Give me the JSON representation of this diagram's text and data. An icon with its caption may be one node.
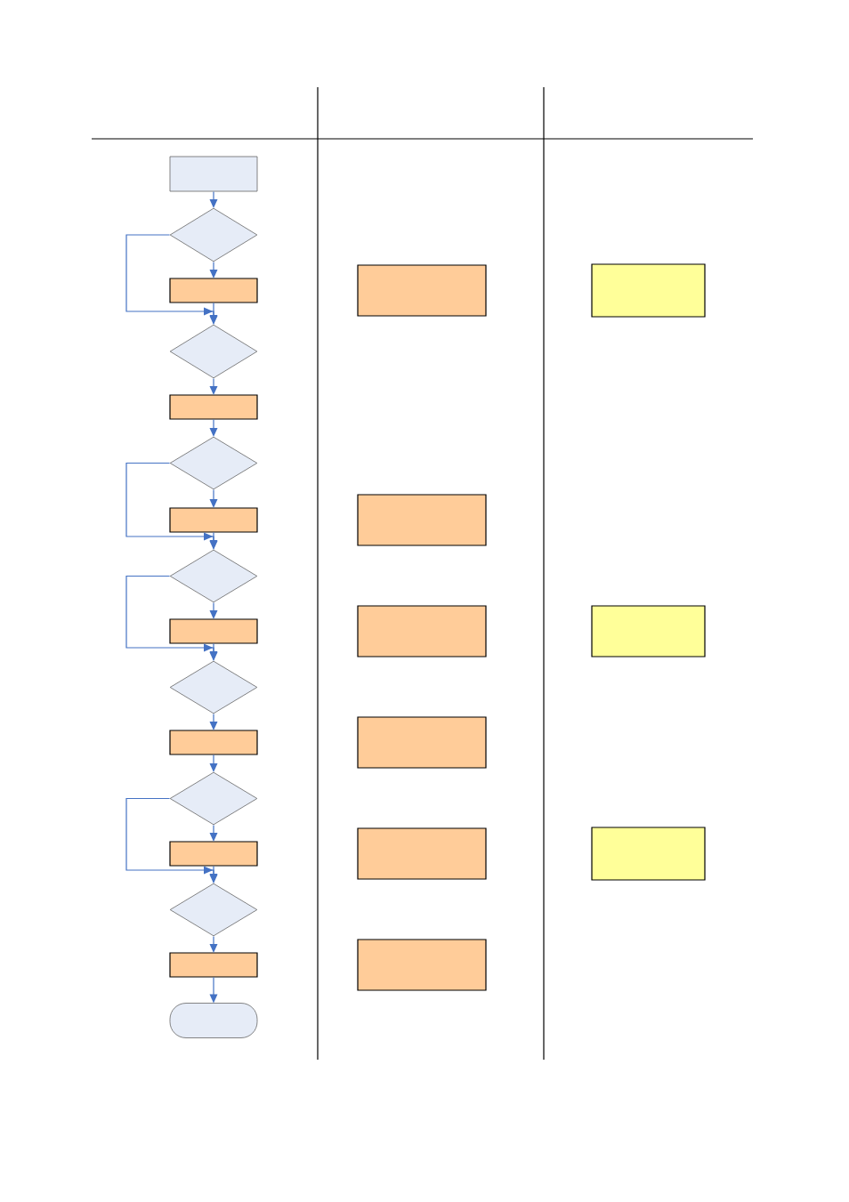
{
  "diagram": {
    "nodes": [
      {
        "text": [],
        "shape": "box"
      },
      {
        "text": [],
        "shape": "diamond"
      },
      {
        "text": [],
        "shape": "box"
      },
      {
        "text": [],
        "shape": "diamond"
      },
      {
        "text": [],
        "shape": "box"
      },
      {
        "text": [],
        "shape": "diamond"
      },
      {
        "text": [],
        "shape": "box"
      },
      {
        "text": [],
        "shape": "diamond"
      },
      {
        "text": [],
        "shape": "box"
      },
      {
        "text": [],
        "shape": "diamond"
      },
      {
        "text": [],
        "shape": "box"
      },
      {
        "text": [],
        "shape": "diamond"
      },
      {
        "text": [],
        "shape": "box"
      },
      {
        "text": [],
        "shape": "diamond"
      },
      {
        "text": [],
        "shape": "box"
      },
      {
        "text": [],
        "shape": "terminal"
      },
      {
        "text": [],
        "shape": "box"
      },
      {
        "text": [],
        "shape": "box"
      },
      {
        "text": [],
        "shape": "box"
      },
      {
        "text": [],
        "shape": "box"
      },
      {
        "text": [],
        "shape": "box"
      },
      {
        "text": [],
        "shape": "box"
      },
      {
        "text": [],
        "shape": "box"
      },
      {
        "text": [],
        "shape": "box"
      },
      {
        "text": [],
        "shape": "box"
      }
    ],
    "edges": [
      {
        "from": 0,
        "to": 1,
        "arrow": "to"
      },
      {
        "from": 1,
        "to": 2,
        "arrow": "to"
      },
      {
        "from": 1,
        "to": 3,
        "arrow": "to"
      },
      {
        "from": 2,
        "to": 3,
        "arrow": "to"
      },
      {
        "from": 3,
        "to": 4,
        "arrow": "to"
      },
      {
        "from": 4,
        "to": 5,
        "arrow": "to"
      },
      {
        "from": 5,
        "to": 6,
        "arrow": "to"
      },
      {
        "from": 5,
        "to": 7,
        "arrow": "to"
      },
      {
        "from": 6,
        "to": 7,
        "arrow": "to"
      },
      {
        "from": 7,
        "to": 8,
        "arrow": "to"
      },
      {
        "from": 7,
        "to": 9,
        "arrow": "to"
      },
      {
        "from": 8,
        "to": 9,
        "arrow": "to"
      },
      {
        "from": 9,
        "to": 10,
        "arrow": "to"
      },
      {
        "from": 10,
        "to": 11,
        "arrow": "to"
      },
      {
        "from": 11,
        "to": 12,
        "arrow": "to"
      },
      {
        "from": 11,
        "to": 13,
        "arrow": "to"
      },
      {
        "from": 12,
        "to": 13,
        "arrow": "to"
      },
      {
        "from": 13,
        "to": 14,
        "arrow": "to"
      },
      {
        "from": 14,
        "to": 15,
        "arrow": "to"
      }
    ]
  }
}
